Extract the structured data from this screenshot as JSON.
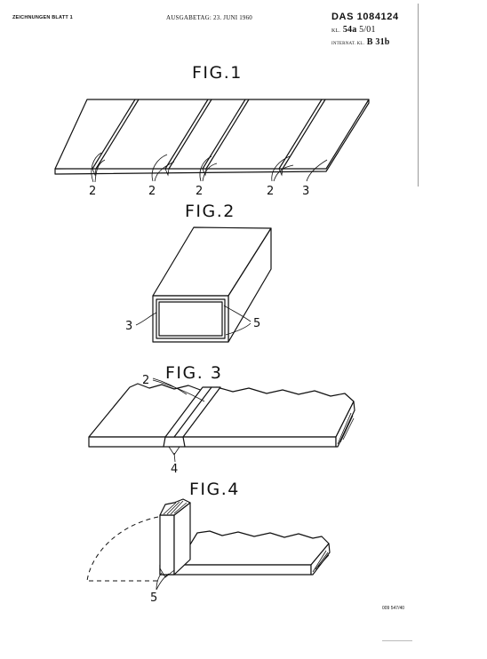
{
  "header": {
    "left": "ZEICHNUNGEN BLATT 1",
    "middle": "AUSGABETAG: 23. JUNI 1960",
    "das": "DAS 1084124",
    "kl_prefix": "KL.",
    "kl_class": "54a",
    "kl_rest": "5/01",
    "internat_prefix": "INTERNAT. KL.",
    "internat_class": "B 31b"
  },
  "figures": {
    "fig1": {
      "title": "FIG.1",
      "labels": [
        "2",
        "2",
        "2",
        "2",
        "3"
      ]
    },
    "fig2": {
      "title": "FIG.2",
      "labels": [
        "3",
        "5"
      ]
    },
    "fig3": {
      "title": "FIG. 3",
      "labels": [
        "2",
        "4"
      ]
    },
    "fig4": {
      "title": "FIG.4",
      "labels": [
        "5"
      ]
    }
  },
  "footer": {
    "code": "009 547/40"
  }
}
